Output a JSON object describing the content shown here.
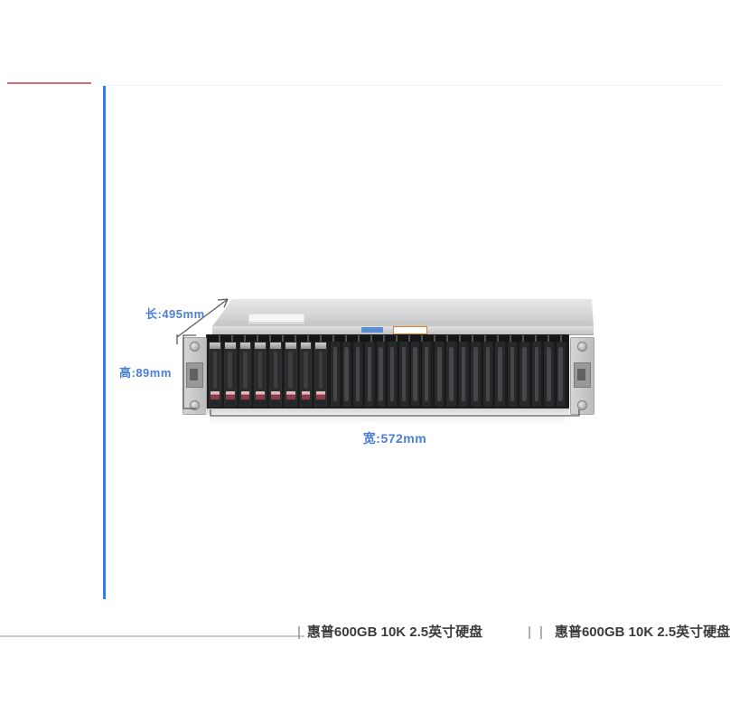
{
  "page": {
    "background": "#ffffff"
  },
  "decorations": {
    "top_red_line_color": "#df6a6a",
    "top_divider_color": "#eeeeee",
    "left_blue_line_color": "#2f7fe6",
    "bottom_divider_color": "#cbcbcb",
    "dim_line_color": "#5a5a5a"
  },
  "dimensions": {
    "accent_color": "#4a7fd0",
    "length_label": "长:495mm",
    "height_label": "高:89mm",
    "width_label": "宽:572mm"
  },
  "server": {
    "description": "2U rack storage enclosure, front view with top lid in perspective",
    "colors": {
      "chassis_silver": "#c8cacc",
      "bay_black": "#1b1c1e",
      "drive_latch_maroon": "#8e3a4a",
      "sticker_blue": "#5a8fd6",
      "sticker_orange": "#d9822b"
    },
    "sections": [
      {
        "id": "a",
        "type": "populated",
        "count": 8
      },
      {
        "id": "b",
        "type": "blank",
        "count": 9
      },
      {
        "id": "c",
        "type": "blank",
        "count": 11
      }
    ]
  },
  "footer": {
    "separator": "|",
    "items": [
      {
        "label": "惠普600GB 10K 2.5英寸硬盘"
      },
      {
        "label": "惠普600GB 10K 2.5英寸硬盘"
      }
    ]
  }
}
